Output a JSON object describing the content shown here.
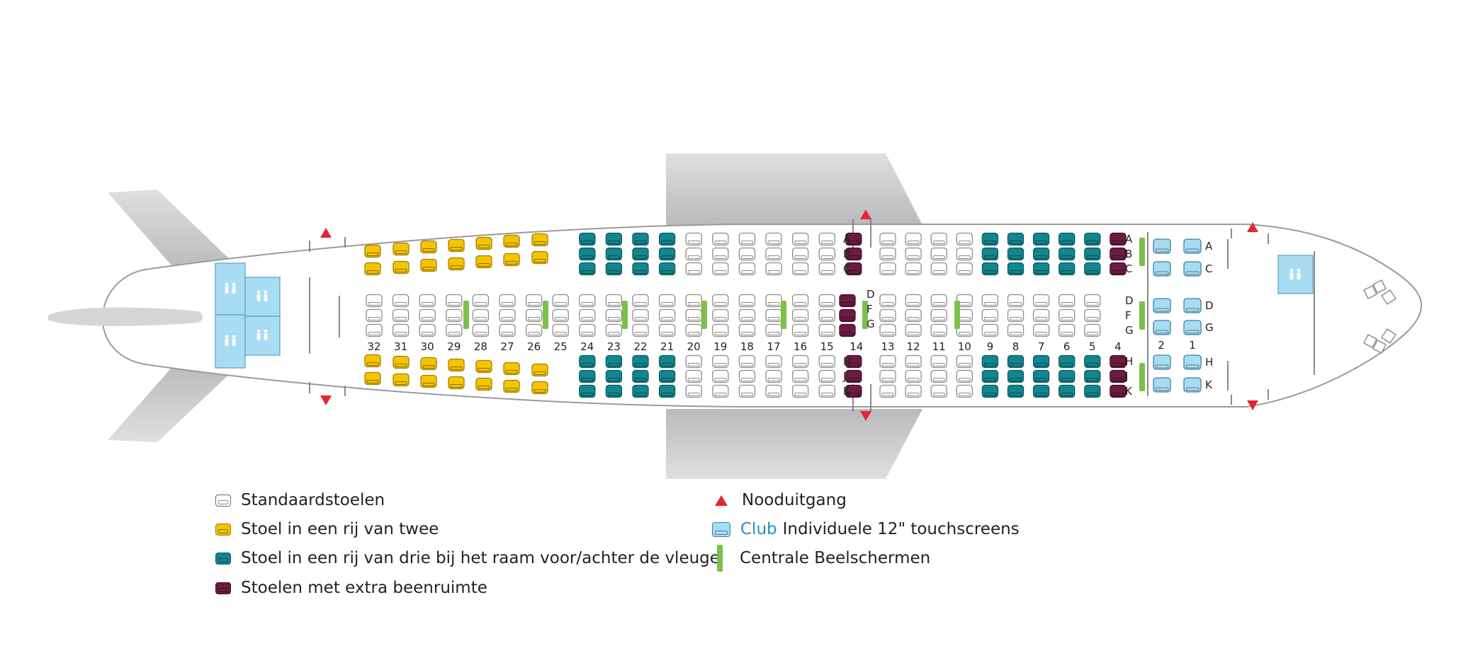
{
  "rows_left": [
    32,
    31,
    30,
    29,
    28,
    27,
    26,
    25,
    24,
    23,
    22,
    21,
    20,
    19,
    18,
    17,
    16,
    15,
    14
  ],
  "rows_right": [
    13,
    12,
    11,
    10,
    9,
    8,
    7,
    6,
    5,
    4
  ],
  "club_rows": [
    2,
    1
  ],
  "seat_letters": {
    "rear_top": [
      "A",
      "B",
      "C"
    ],
    "rear_mid": [
      "D",
      "F",
      "G"
    ],
    "rear_bottom": [
      "H",
      "J",
      "K"
    ],
    "club_top": [
      "A",
      "C"
    ],
    "club_mid": [
      "D",
      "G"
    ],
    "club_bottom": [
      "H",
      "K"
    ]
  },
  "colors": {
    "standard": "#ffffff",
    "pair": "#f5c400",
    "teal": "#12868e",
    "extra": "#6b1c40",
    "club": "#a8dcf3",
    "exit": "#e5262f",
    "screen": "#7bc04a",
    "lavatory": "#a8dcf3"
  },
  "legend": {
    "standard": "Standaardstoelen",
    "pair": "Stoel in een rij van twee",
    "teal": "Stoel in een rij van drie bij het raam voor/achter de vleugel",
    "extra": "Stoelen met extra beenruimte",
    "exit": "Nooduitgang",
    "club_word": "Club",
    "club": "Individuele 12\" touchscreens",
    "screens": "Centrale Beelschermen"
  }
}
